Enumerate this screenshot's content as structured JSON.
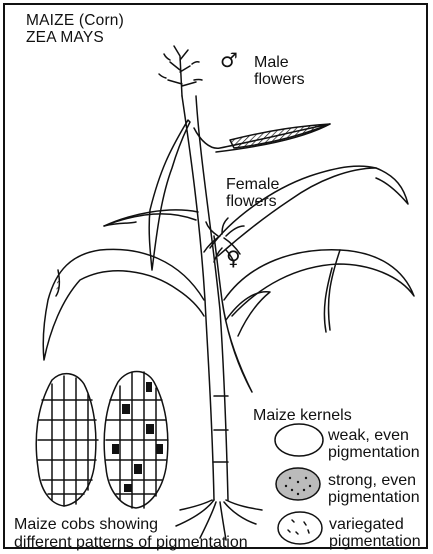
{
  "title": "MAIZE (Corn)\nZEA MAYS",
  "symbols": {
    "male": "♂",
    "female": "♀"
  },
  "labels": {
    "male_flowers": "Male\nflowers",
    "female_flowers": "Female\nflowers",
    "cobs": "Maize cobs showing\ndifferent patterns of pigmentation",
    "kernels_heading": "Maize kernels"
  },
  "kernels": [
    {
      "label": "weak, even\npigmentation"
    },
    {
      "label": "strong, even\npigmentation"
    },
    {
      "label": "variegated\npigmentation"
    }
  ],
  "colors": {
    "ink": "#111111",
    "background": "#ffffff"
  }
}
